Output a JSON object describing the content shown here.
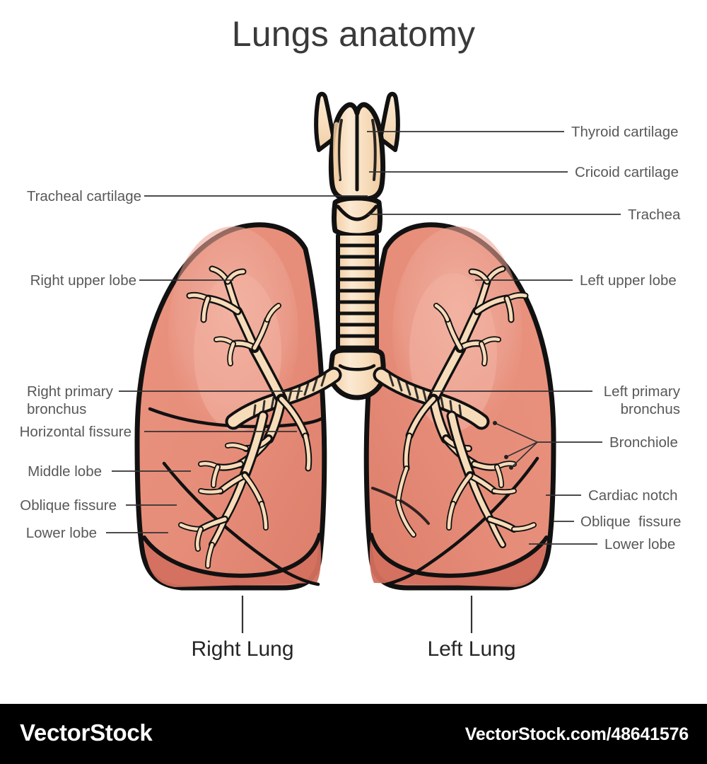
{
  "title": "Lungs anatomy",
  "labels_left": [
    {
      "id": "tracheal-cartilage",
      "text": "Tracheal cartilage"
    },
    {
      "id": "right-upper-lobe",
      "text": "Right upper lobe"
    },
    {
      "id": "right-primary-bronchus",
      "text": "Right primary\nbronchus"
    },
    {
      "id": "horizontal-fissure",
      "text": "Horizontal fissure"
    },
    {
      "id": "middle-lobe",
      "text": "Middle lobe"
    },
    {
      "id": "oblique-fissure",
      "text": "Oblique fissure"
    },
    {
      "id": "lower-lobe",
      "text": "Lower lobe"
    }
  ],
  "labels_right": [
    {
      "id": "thyroid-cartilage",
      "text": "Thyroid cartilage"
    },
    {
      "id": "cricoid-cartilage",
      "text": "Cricoid cartilage"
    },
    {
      "id": "trachea",
      "text": "Trachea"
    },
    {
      "id": "left-upper-lobe",
      "text": "Left upper lobe"
    },
    {
      "id": "left-primary-bronchus",
      "text": "Left primary\nbronchus"
    },
    {
      "id": "bronchiole",
      "text": "Bronchiole"
    },
    {
      "id": "cardiac-notch",
      "text": "Cardiac notch"
    },
    {
      "id": "oblique-fissure-left",
      "text": "Oblique  fissure"
    },
    {
      "id": "lower-lobe-left",
      "text": "Lower lobe"
    }
  ],
  "captions": {
    "right_lung": "Right Lung",
    "left_lung": "Left Lung"
  },
  "footer": {
    "logo": "VectorStock",
    "url": "VectorStock.com/48641576"
  },
  "colors": {
    "background": "#ffffff",
    "title_text": "#3a3a3a",
    "label_text": "#58585a",
    "caption_text": "#262626",
    "leader_line": "#333333",
    "outline": "#111111",
    "lung_fill": "#e8917f",
    "lung_highlight": "#efa595",
    "lung_inner_highlight": "#f2b2a3",
    "lung_base_shadow": "#d4705f",
    "cartilage_fill": "#f7dcba",
    "cartilage_light": "#fbebd6",
    "cartilage_shadow": "#efc79c",
    "footer_bar": "#000000",
    "footer_text": "#ffffff"
  }
}
